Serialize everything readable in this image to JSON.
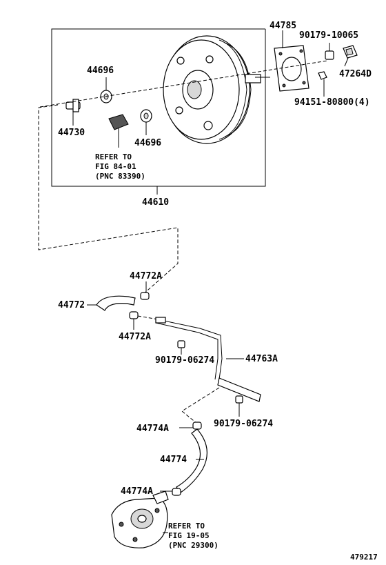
{
  "labels": {
    "p44785": "44785",
    "p90179_10065": "90179-10065",
    "p47264D": "47264D",
    "p94151": "94151-80800(4)",
    "p44696_top": "44696",
    "p44730": "44730",
    "p44696_bottom": "44696",
    "refer1_line1": "REFER TO",
    "refer1_line2": "FIG 84-01",
    "refer1_line3": "(PNC 83390)",
    "p44610": "44610",
    "p44772A_top": "44772A",
    "p44772": "44772",
    "p44772A_bottom": "44772A",
    "p90179_06274_a": "90179-06274",
    "p44763A": "44763A",
    "p44774A_top": "44774A",
    "p90179_06274_b": "90179-06274",
    "p44774": "44774",
    "p44774A_bottom": "44774A",
    "refer2_line1": "REFER TO",
    "refer2_line2": "FIG 19-05",
    "refer2_line3": "(PNC 29300)",
    "diagram_id": "479217"
  }
}
